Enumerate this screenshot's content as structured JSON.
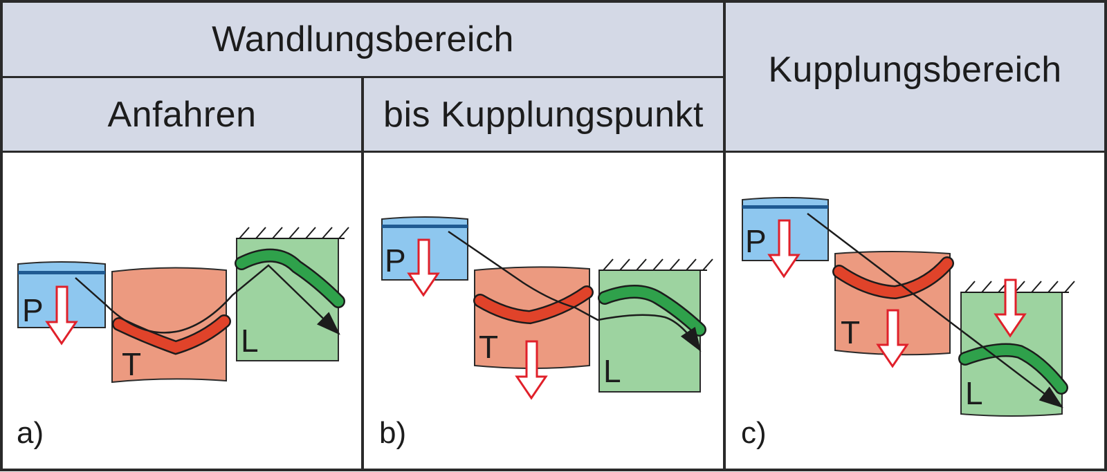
{
  "header": {
    "wandlung": "Wandlungsbereich",
    "anfahren": "Anfahren",
    "bis_kupplungspunkt": "bis Kupplungspunkt",
    "kupplung": "Kupplungsbereich"
  },
  "panels": [
    {
      "label": "a)",
      "p": "P",
      "t": "T",
      "l": "L"
    },
    {
      "label": "b)",
      "p": "P",
      "t": "T",
      "l": "L"
    },
    {
      "label": "c)",
      "p": "P",
      "t": "T",
      "l": "L"
    }
  ],
  "colors": {
    "header_bg": "#d4d9e6",
    "pump_blue": "#8ec7ef",
    "pump_stripe": "#1f5a92",
    "turbine_salmon": "#ec9a80",
    "turbine_blade": "#e0432a",
    "stator_green": "#9dd3a0",
    "stator_blade": "#2fa14b",
    "arrow_red": "#e0202a"
  }
}
